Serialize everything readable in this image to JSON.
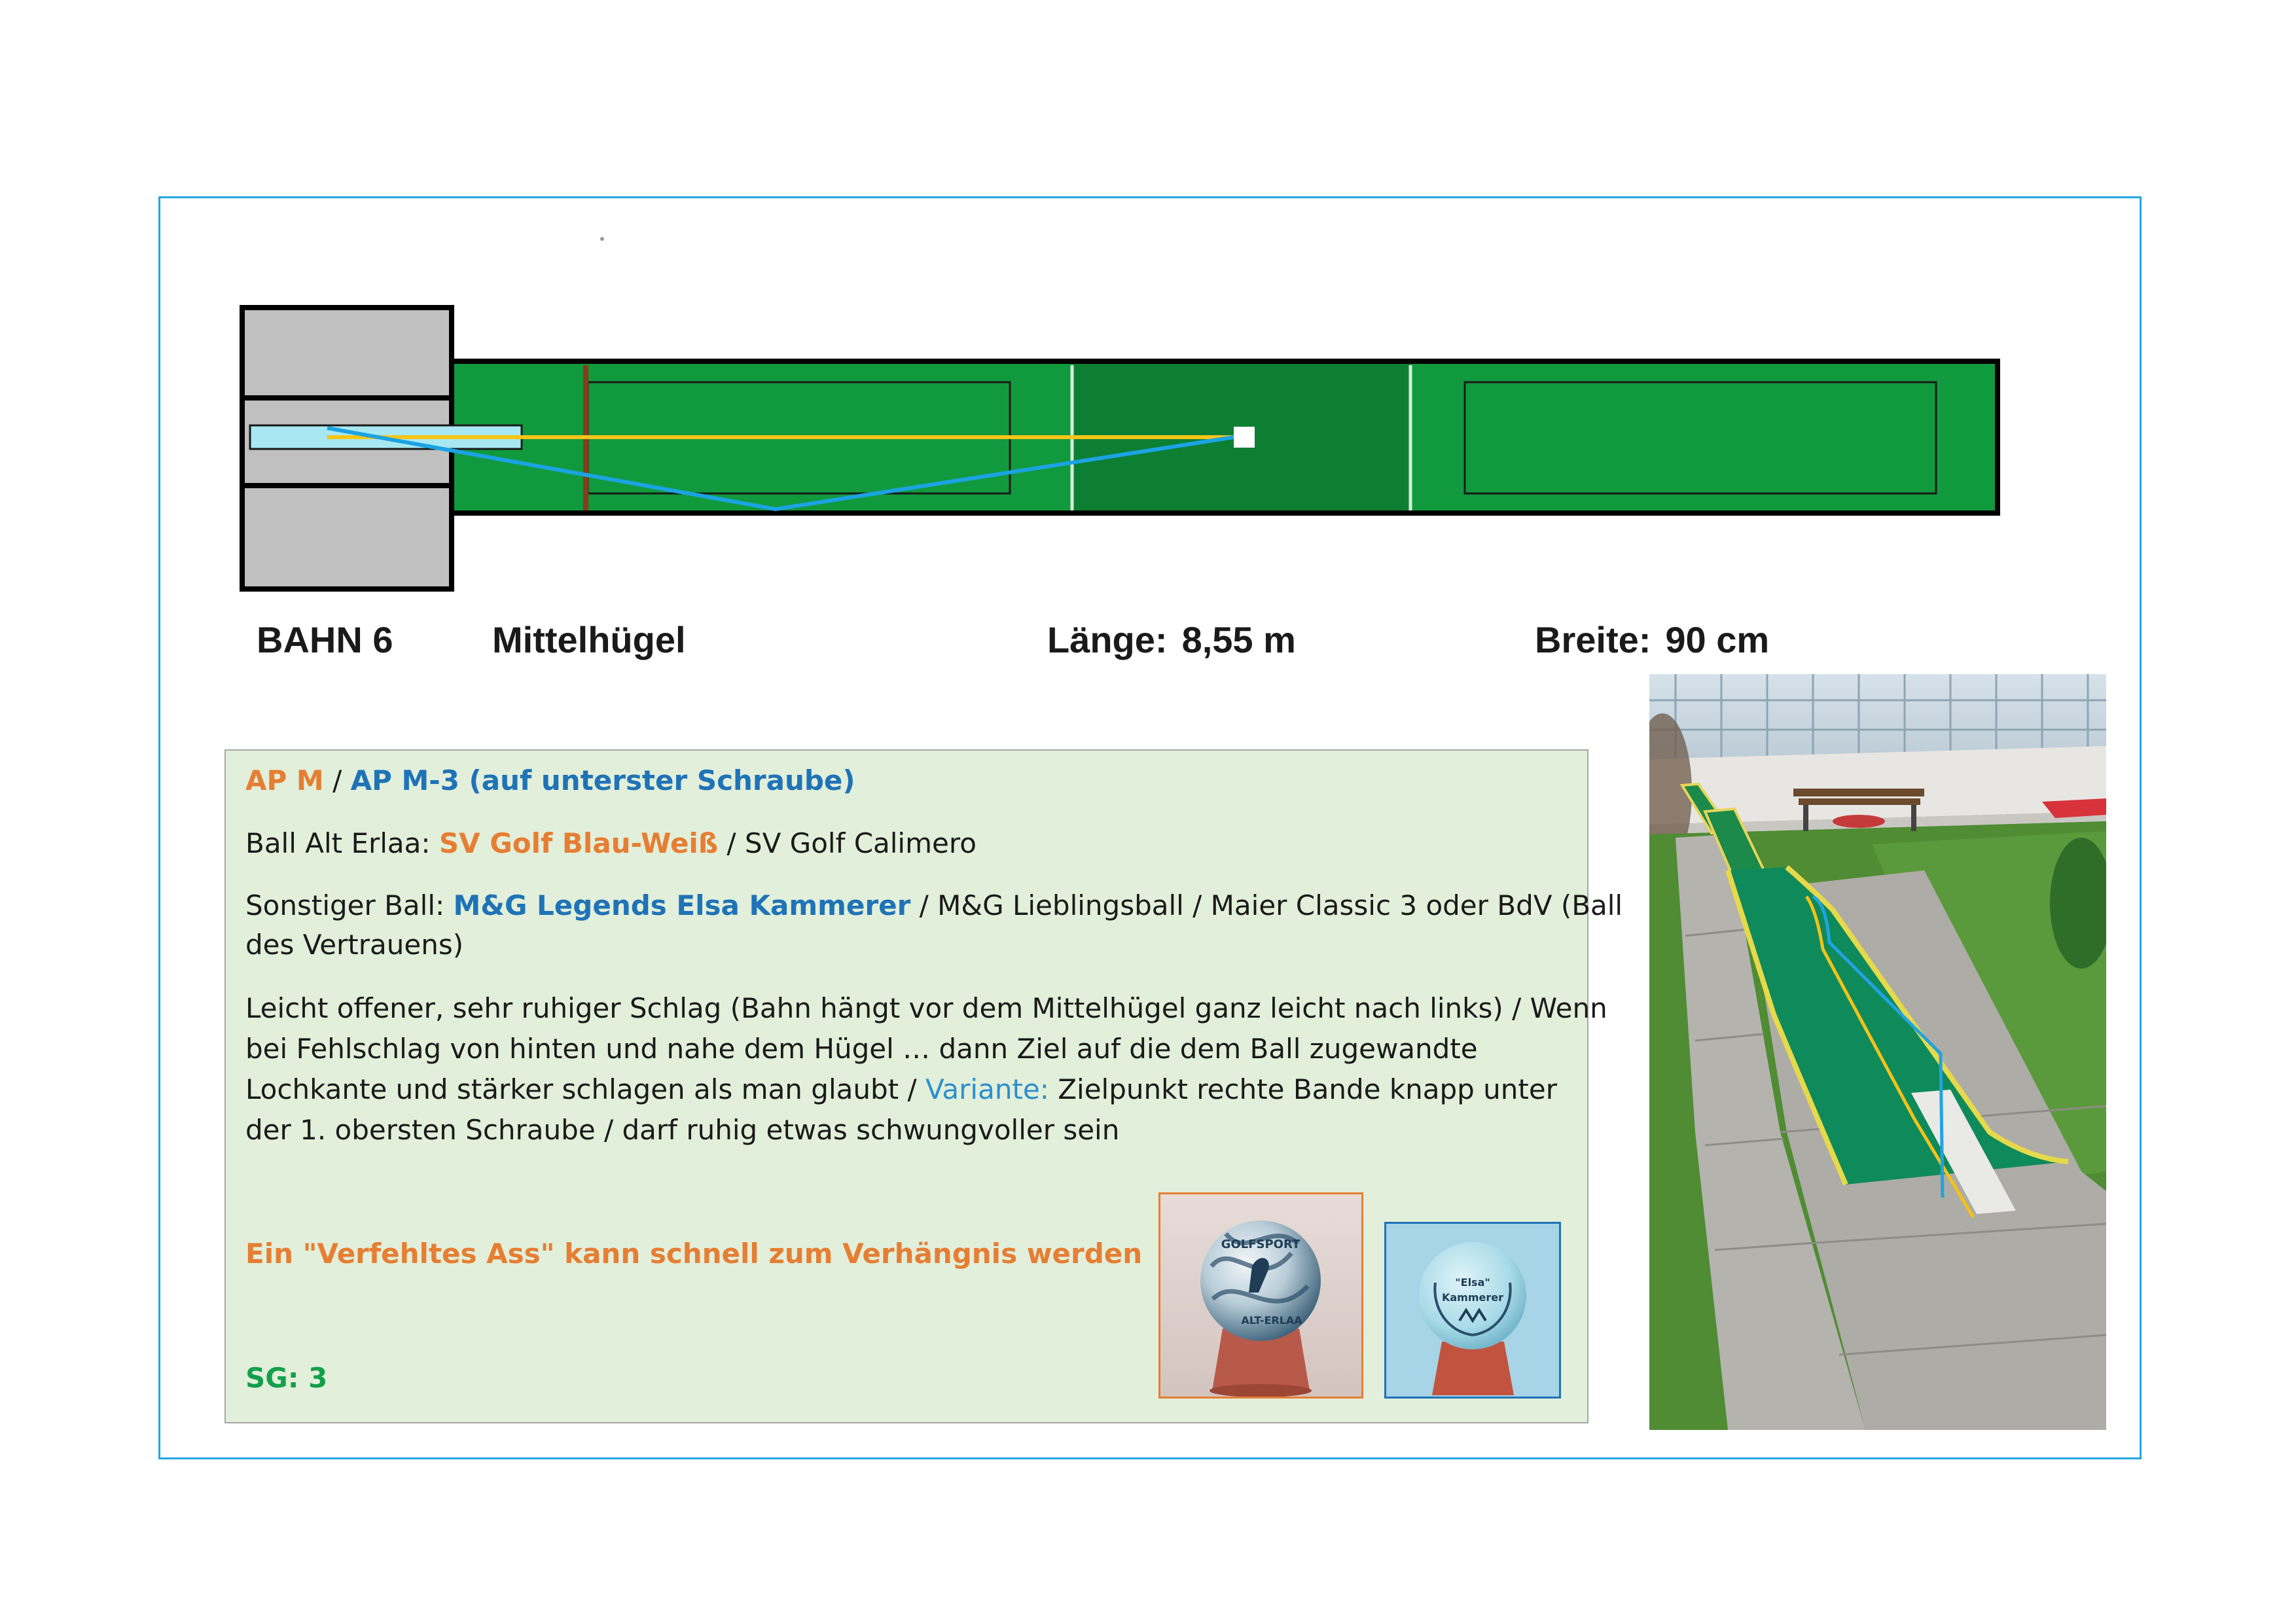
{
  "course": {
    "bahn": "BAHN 6",
    "name": "Mittelhügel",
    "length_label": "Länge:",
    "length_value": "8,55 m",
    "width_label": "Breite:",
    "width_value": "90 cm"
  },
  "info": {
    "line1": {
      "part1": "AP M",
      "sep": " / ",
      "part2": "AP M-3 (auf unterster Schraube)"
    },
    "line2": {
      "prefix": "Ball Alt Erlaa: ",
      "ball1": "SV Golf Blau-Weiß",
      "sep": " / ",
      "ball2": "SV Golf Calimero"
    },
    "line3": {
      "prefix": "Sonstiger Ball: ",
      "ball1": "M&G Legends Elsa Kammerer",
      "rest": " / M&G Lieblingsball / Maier Classic 3 oder BdV (Ball",
      "cont": "des Vertrauens)"
    },
    "desc": {
      "l1": "Leicht offener, sehr ruhiger Schlag (Bahn hängt vor dem Mittelhügel ganz leicht nach links) / Wenn",
      "l2": "bei Fehlschlag von hinten und nahe dem Hügel … dann Ziel auf die dem Ball zugewandte",
      "l3a": "Lochkante und stärker schlagen als man glaubt / ",
      "l3b": "Variante:",
      "l3c": " Zielpunkt rechte Bande knapp unter",
      "l4": "der 1. obersten Schraube / darf ruhig etwas schwungvoller sein"
    },
    "warning": "Ein \"Verfehltes Ass\" kann schnell zum Verhängnis werden",
    "sg": "SG: 3"
  },
  "balls": {
    "ball1": {
      "text_top": "GOLFSPORT",
      "text_bottom": "ALT-ERLAA"
    },
    "ball2": {
      "text": "\"Elsa\"",
      "text2": "Kammerer"
    }
  },
  "colors": {
    "frame": "#22a7e0",
    "lane_green": "#11993e",
    "lane_dark": "#0c7f33",
    "info_bg": "#e2efda",
    "orange": "#e67e33",
    "blue": "#1f73b7",
    "yellow_line": "#f5c518",
    "blue_line": "#1ba3e3"
  }
}
